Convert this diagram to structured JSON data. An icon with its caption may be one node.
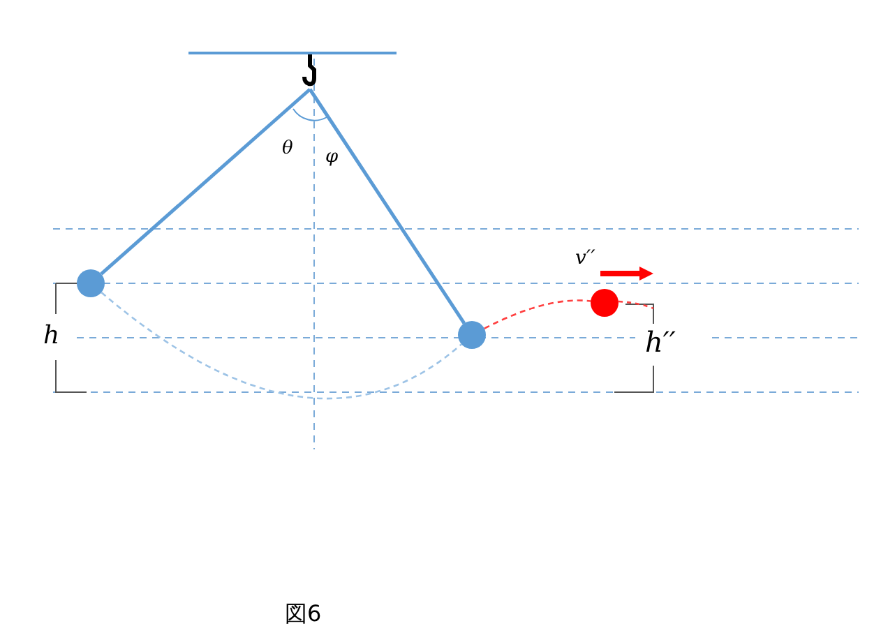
{
  "diagram": {
    "caption": "図6",
    "nodes": [
      {
        "text": [],
        "shape": "hook"
      },
      {
        "text": [],
        "shape": "circle"
      },
      {
        "text": [],
        "shape": "circle"
      },
      {
        "text": [],
        "shape": "circle"
      }
    ],
    "edges": [
      {
        "from": 0,
        "to": 1,
        "arrow": "none"
      },
      {
        "from": 0,
        "to": 2,
        "arrow": "none"
      },
      {
        "from": 1,
        "to": 2,
        "arrow": "none",
        "style": "dashed",
        "color": "#9dc3e6"
      },
      {
        "from": 2,
        "to": 3,
        "arrow": "none",
        "style": "dashed",
        "color": "#ff4040"
      }
    ],
    "labels": [
      "θ",
      "φ",
      "v′′",
      "h",
      "h′′"
    ]
  }
}
